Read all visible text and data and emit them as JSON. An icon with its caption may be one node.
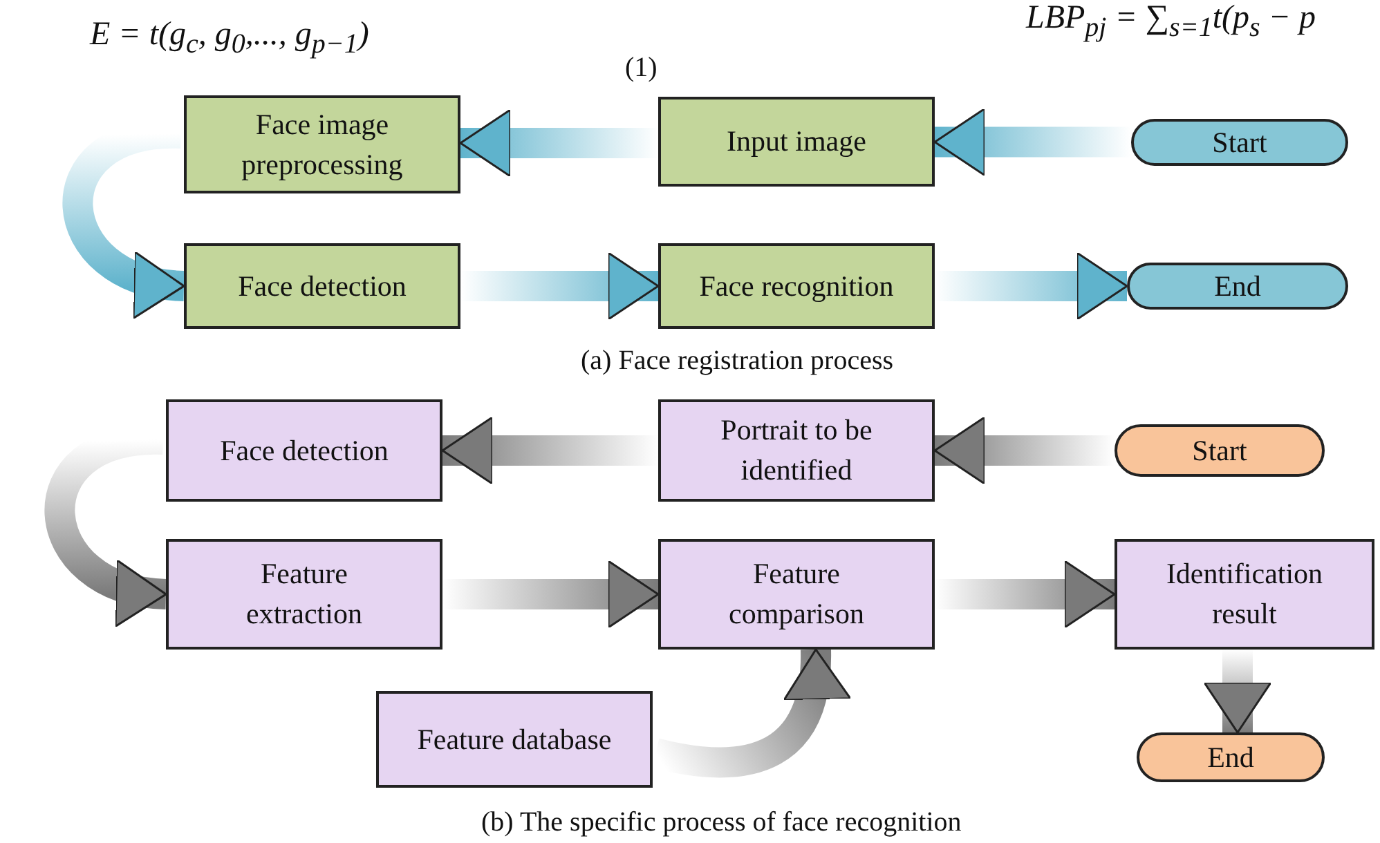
{
  "diagram": {
    "nodes": [
      {
        "text": [
          "Start"
        ]
      },
      {
        "text": [
          "Input image"
        ]
      },
      {
        "text": [
          "Face image preprocessing"
        ]
      },
      {
        "text": [
          "Face detection"
        ]
      },
      {
        "text": [
          "Face recognition"
        ]
      },
      {
        "text": [
          "End"
        ]
      },
      {
        "text": [
          "Start"
        ]
      },
      {
        "text": [
          "Portrait to be identified"
        ]
      },
      {
        "text": [
          "Face detection"
        ]
      },
      {
        "text": [
          "Feature extraction"
        ]
      },
      {
        "text": [
          "Feature comparison"
        ]
      },
      {
        "text": [
          "Identification result"
        ]
      },
      {
        "text": [
          "End"
        ]
      },
      {
        "text": [
          "Feature database"
        ]
      }
    ],
    "edges": [
      {
        "from": 0,
        "to": 1,
        "arrow": "to",
        "color": "#5fb3cc"
      },
      {
        "from": 1,
        "to": 2,
        "arrow": "to",
        "color": "#5fb3cc"
      },
      {
        "from": 2,
        "to": 3,
        "arrow": "to",
        "color": "#5fb3cc"
      },
      {
        "from": 3,
        "to": 4,
        "arrow": "to",
        "color": "#5fb3cc"
      },
      {
        "from": 4,
        "to": 5,
        "arrow": "to",
        "color": "#5fb3cc"
      },
      {
        "from": 6,
        "to": 7,
        "arrow": "to"
      },
      {
        "from": 7,
        "to": 8,
        "arrow": "to"
      },
      {
        "from": 8,
        "to": 9,
        "arrow": "to"
      },
      {
        "from": 9,
        "to": 10,
        "arrow": "to"
      },
      {
        "from": 10,
        "to": 11,
        "arrow": "to"
      },
      {
        "from": 11,
        "to": 12,
        "arrow": "to"
      },
      {
        "from": 13,
        "to": 10,
        "arrow": "to"
      }
    ],
    "labels": [
      "E = t(g$_{c}$, g$_{0}$,..., g$_{p−1}$)",
      "LBP$_{pj}$ = ∑$_{s=1}$t(p$_{s}$ − p",
      "(1)",
      "(a) Face registration process",
      "(b) The specific process of face recognition"
    ]
  }
}
